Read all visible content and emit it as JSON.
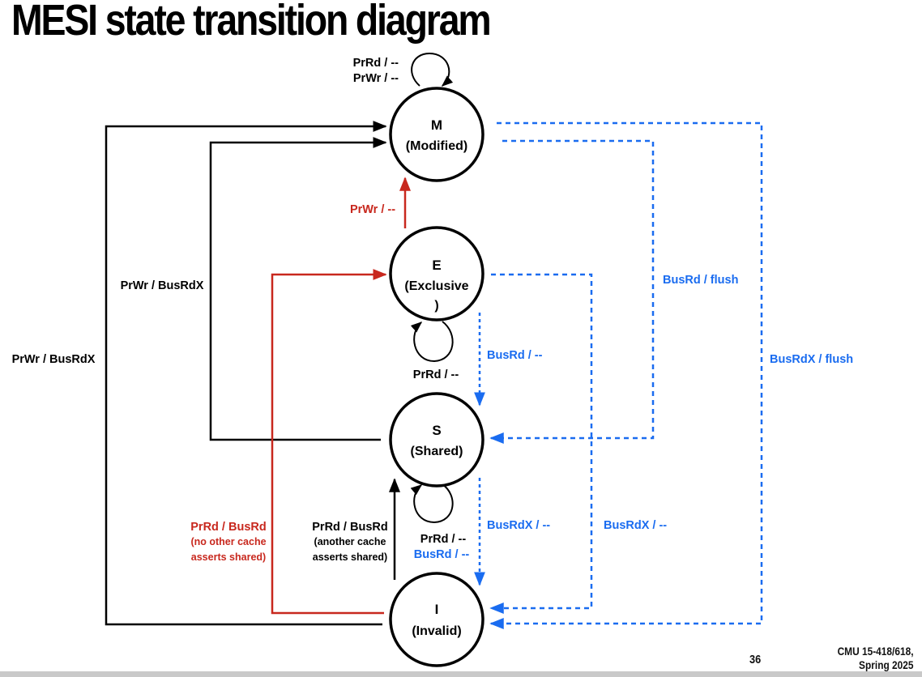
{
  "slide": {
    "title": "MESI state transition diagram",
    "page_number": "36",
    "course_line1": "CMU 15-418/618,",
    "course_line2": "Spring 2025"
  },
  "colors": {
    "processor": "#000000",
    "bus": "#1a6cf0",
    "highlight": "#c8281e"
  },
  "states": {
    "M": {
      "letter": "M",
      "name": "(Modified)"
    },
    "E": {
      "letter": "E",
      "name": "(Exclusive",
      "name_overflow": ")"
    },
    "S": {
      "letter": "S",
      "name": "(Shared)"
    },
    "I": {
      "letter": "I",
      "name": "(Invalid)"
    }
  },
  "transitions": {
    "m_self_line1": "PrRd / --",
    "m_self_line2": "PrWr / --",
    "e_to_m": "PrWr / --",
    "e_self": "PrRd / --",
    "s_to_m": "PrWr / BusRdX",
    "i_to_m": "PrWr / BusRdX",
    "i_to_e_line1": "PrRd / BusRd",
    "i_to_e_line2": "(no other cache",
    "i_to_e_line3": "asserts shared)",
    "i_to_s_line1": "PrRd / BusRd",
    "i_to_s_line2": "(another cache",
    "i_to_s_line3": "asserts shared)",
    "s_self_line1": "PrRd / --",
    "s_self_line2": "BusRd / --",
    "e_to_s": "BusRd / --",
    "s_to_i": "BusRdX / --",
    "e_to_i": "BusRdX / --",
    "m_to_s": "BusRd / flush",
    "m_to_i": "BusRdX / flush"
  }
}
